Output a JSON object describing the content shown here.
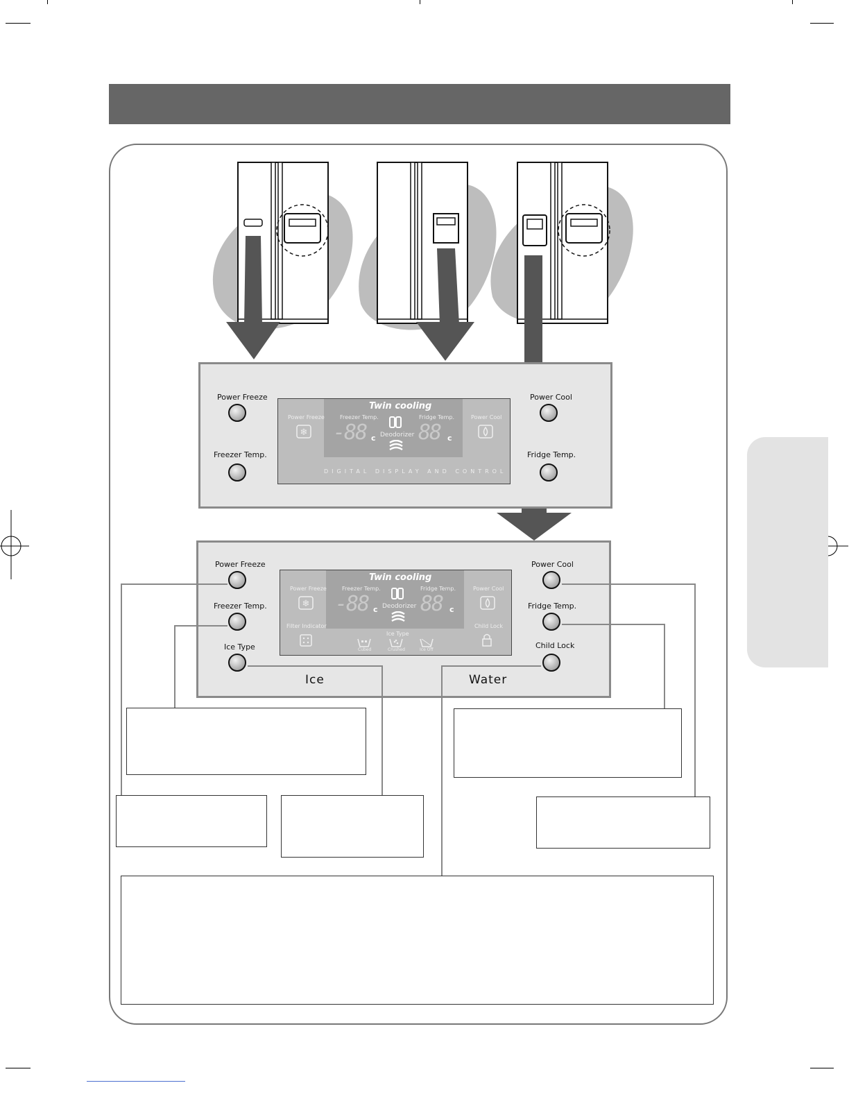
{
  "panel_top": {
    "power_freeze": "Power Freeze",
    "freezer_temp": "Freezer Temp.",
    "power_cool": "Power Cool",
    "fridge_temp": "Fridge Temp.",
    "twin_cooling": "Twin cooling",
    "disp_power_freeze": "Power Freeze",
    "disp_power_cool": "Power Cool",
    "disp_freezer_temp": "Freezer Temp.",
    "disp_fridge_temp": "Fridge Temp.",
    "deodorizer": "Deodorizer",
    "freezer_digits": "-88",
    "fridge_digits": "88",
    "unit_c": "c",
    "footer": "DIGITAL DISPLAY AND CONTROL"
  },
  "panel_bottom": {
    "power_freeze": "Power Freeze",
    "freezer_temp": "Freezer Temp.",
    "ice_type": "Ice Type",
    "power_cool": "Power Cool",
    "fridge_temp": "Fridge Temp.",
    "child_lock": "Child Lock",
    "twin_cooling": "Twin cooling",
    "disp_power_freeze": "Power Freeze",
    "disp_power_cool": "Power Cool",
    "disp_freezer_temp": "Freezer Temp.",
    "disp_fridge_temp": "Fridge Temp.",
    "deodorizer": "Deodorizer",
    "filter_indicator": "Filter Indicator",
    "disp_child_lock": "Child Lock",
    "disp_ice_type": "Ice Type",
    "cubed": "Cubed",
    "crushed": "Crushed",
    "ice_off": "Ice Off",
    "freezer_digits": "-88",
    "fridge_digits": "88",
    "unit_c": "c",
    "ice": "Ice",
    "water": "Water"
  }
}
